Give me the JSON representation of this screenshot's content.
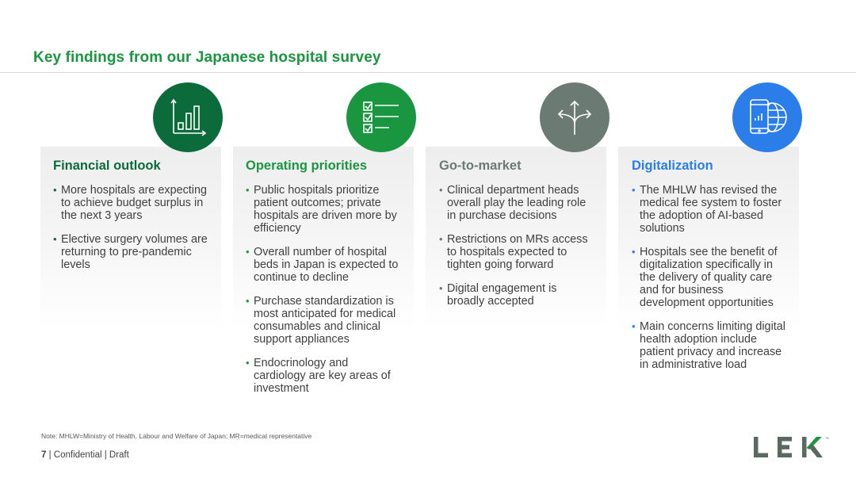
{
  "header": {
    "title": "Key findings from our Japanese hospital survey"
  },
  "colors": {
    "financial": "#0b6b3a",
    "operating": "#1a9641",
    "gotomarket": "#6b7b73",
    "digital": "#2b7de9"
  },
  "cards": [
    {
      "title": "Financial  outlook",
      "icon": "bar-chart-icon",
      "bullets": [
        "More hospitals are expecting to achieve budget surplus in the next 3 years",
        "Elective surgery volumes are returning to pre-pandemic levels"
      ]
    },
    {
      "title": "Operating  priorities",
      "icon": "checklist-icon",
      "bullets": [
        "Public hospitals prioritize patient outcomes; private hospitals are driven more by efficiency",
        "Overall number of hospital beds in Japan is expected to continue to decline",
        "Purchase standardization is most anticipated for medical consumables and clinical support appliances",
        "Endocrinology and cardiology are key areas of investment"
      ]
    },
    {
      "title": "Go-to-market",
      "icon": "split-arrows-icon",
      "bullets": [
        "Clinical department heads overall play the leading role in purchase decisions",
        "Restrictions on MRs access to hospitals expected to tighten going forward",
        "Digital engagement is broadly accepted"
      ]
    },
    {
      "title": "Digitalization",
      "icon": "phone-globe-icon",
      "bullets": [
        "The MHLW has revised the medical fee system to foster the adoption of AI-based solutions",
        "Hospitals see the benefit of digitalization specifically in the delivery of quality care and for business development opportunities",
        "Main concerns limiting digital health adoption include patient privacy and increase in administrative load"
      ]
    }
  ],
  "note": "Note: MHLW=Ministry of Health, Labour and Welfare of Japan; MR=medical representative",
  "footer": {
    "page": "7",
    "text": " | Confidential | Draft"
  },
  "logo": {
    "text": "LEK",
    "tm": "™"
  }
}
